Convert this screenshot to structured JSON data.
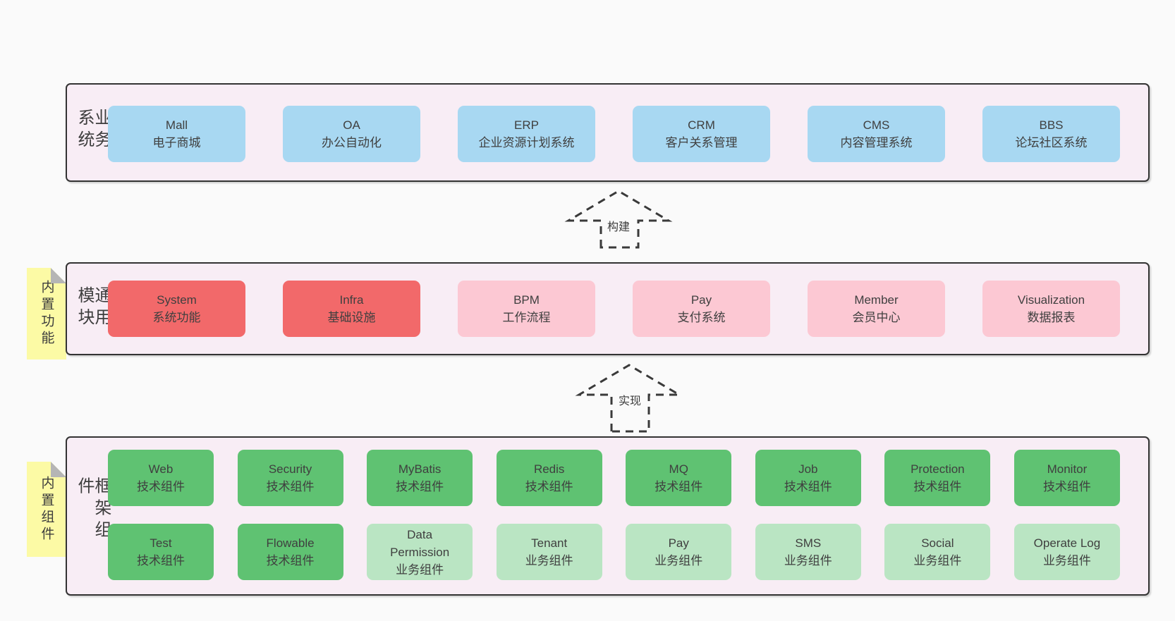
{
  "page": {
    "background": "#fafafa"
  },
  "palette": {
    "panel_bg": "#f8edf5",
    "panel_border": "#333333",
    "blue_box": "#a8d8f2",
    "red_box": "#f2696a",
    "pink_box": "#fcc8d3",
    "green_box": "#5fc272",
    "light_green_box": "#bae5c3",
    "note_yellow": "#fcfaa5",
    "fold_gray": "#b5b5b5",
    "text": "#3f3f3f",
    "arrow_stroke": "#3a3a3a"
  },
  "layers": [
    {
      "label": "业务系统",
      "boxes": [
        {
          "en": "Mall",
          "zh": "电子商城"
        },
        {
          "en": "OA",
          "zh": "办公自动化"
        },
        {
          "en": "ERP",
          "zh": "企业资源计划系统"
        },
        {
          "en": "CRM",
          "zh": "客户关系管理"
        },
        {
          "en": "CMS",
          "zh": "内容管理系统"
        },
        {
          "en": "BBS",
          "zh": "论坛社区系统"
        }
      ]
    },
    {
      "label": "通用模块",
      "note": "内置功能",
      "boxes": [
        {
          "en": "System",
          "zh": "系统功能"
        },
        {
          "en": "Infra",
          "zh": "基础设施"
        },
        {
          "en": "BPM",
          "zh": "工作流程"
        },
        {
          "en": "Pay",
          "zh": "支付系统"
        },
        {
          "en": "Member",
          "zh": "会员中心"
        },
        {
          "en": "Visualization",
          "zh": "数据报表"
        }
      ]
    },
    {
      "label": "框架组件",
      "note": "内置组件",
      "rows": [
        [
          {
            "en": "Web",
            "zh": "技术组件"
          },
          {
            "en": "Security",
            "zh": "技术组件"
          },
          {
            "en": "MyBatis",
            "zh": "技术组件"
          },
          {
            "en": "Redis",
            "zh": "技术组件"
          },
          {
            "en": "MQ",
            "zh": "技术组件"
          },
          {
            "en": "Job",
            "zh": "技术组件"
          },
          {
            "en": "Protection",
            "zh": "技术组件"
          },
          {
            "en": "Monitor",
            "zh": "技术组件"
          }
        ],
        [
          {
            "en": "Test",
            "zh": "技术组件"
          },
          {
            "en": "Flowable",
            "zh": "技术组件"
          },
          {
            "en": "Data\nPermission",
            "zh": "业务组件"
          },
          {
            "en": "Tenant",
            "zh": "业务组件"
          },
          {
            "en": "Pay",
            "zh": "业务组件"
          },
          {
            "en": "SMS",
            "zh": "业务组件"
          },
          {
            "en": "Social",
            "zh": "业务组件"
          },
          {
            "en": "Operate Log",
            "zh": "业务组件"
          }
        ]
      ]
    }
  ],
  "arrows": [
    {
      "label": "构建"
    },
    {
      "label": "实现"
    }
  ]
}
